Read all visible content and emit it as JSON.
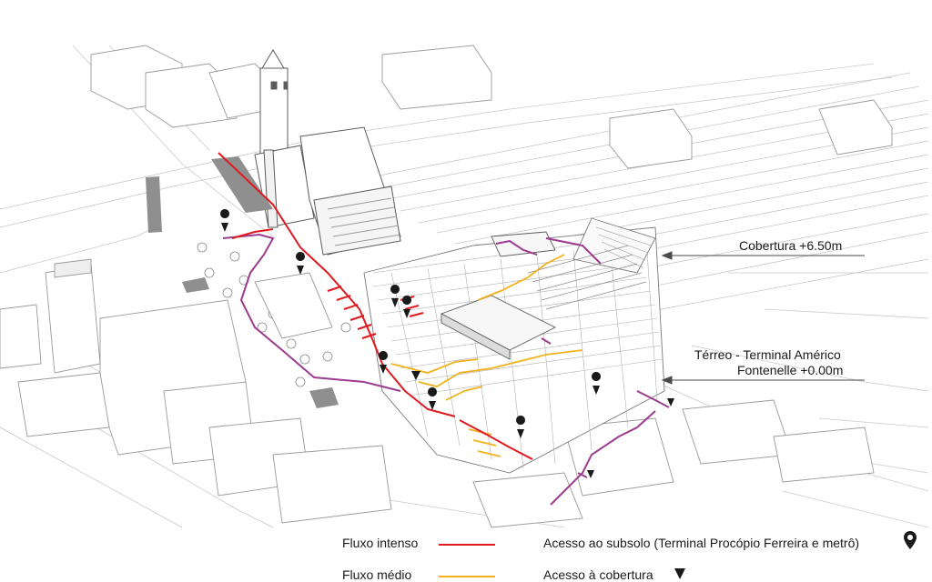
{
  "labels": {
    "roof": "Cobertura +6.50m",
    "ground_line1": "Térreo - Terminal Américo",
    "ground_line2": "Fontenelle +0.00m"
  },
  "legend": {
    "intense": {
      "label": "Fluxo intenso",
      "color": "#e0191f"
    },
    "medium": {
      "label": "Fluxo médio",
      "color": "#f2b21b"
    },
    "underground": {
      "label": "Acesso ao subsolo (Terminal Procópio Ferreira e metrô)",
      "icon": "map-pin-icon"
    },
    "roof_access": {
      "label": "Acesso à cobertura",
      "icon": "down-triangle-icon"
    }
  },
  "colors": {
    "intense": "#e0191f",
    "medium": "#f2b21b",
    "light": "#9c3b8f",
    "line": "#b8b8b8"
  }
}
